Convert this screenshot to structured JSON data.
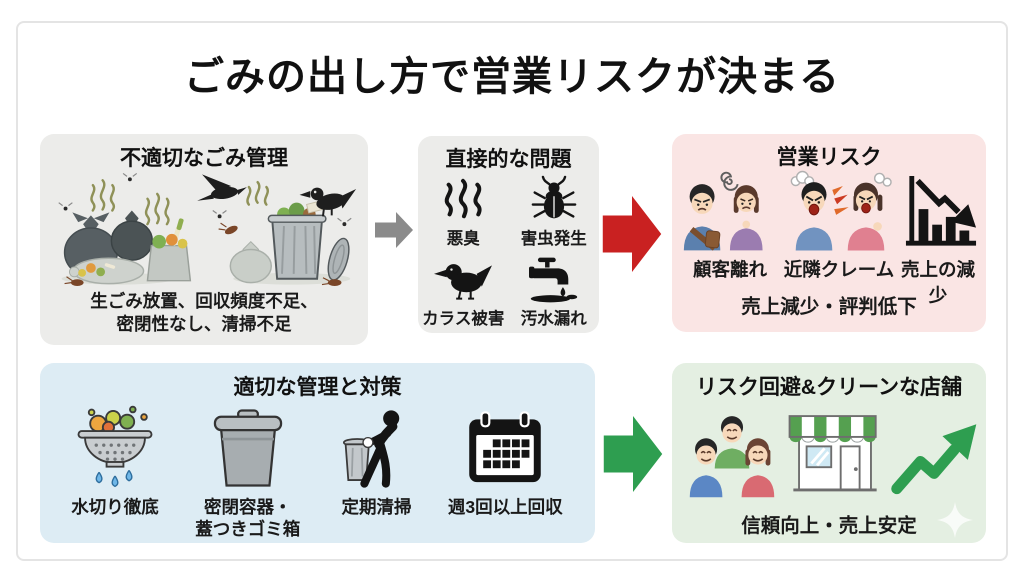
{
  "title": "ごみの出し方で営業リスクが決まる",
  "colors": {
    "box_gray": "#ececea",
    "box_pink": "#fae5e4",
    "box_blue": "#ddecf4",
    "box_green": "#e4efe2",
    "arrow_gray": "#8b8b8b",
    "arrow_red": "#c92121",
    "arrow_green": "#2e9e50"
  },
  "bad_management": {
    "title": "不適切なごみ管理",
    "illustration": "garbage-pile-illustration",
    "caption_line1": "生ごみ放置、回収頻度不足、",
    "caption_line2": "密閉性なし、清掃不足"
  },
  "direct_problems": {
    "title": "直接的な問題",
    "items": [
      {
        "label": "悪臭",
        "icon": "odor-icon"
      },
      {
        "label": "害虫発生",
        "icon": "pest-icon"
      },
      {
        "label": "カラス被害",
        "icon": "crow-icon"
      },
      {
        "label": "汚水漏れ",
        "icon": "water-leak-icon"
      }
    ]
  },
  "business_risk": {
    "title": "営業リスク",
    "items": [
      {
        "label": "顧客離れ",
        "icon": "leaving-customers-illustration"
      },
      {
        "label": "近隣クレーム",
        "icon": "neighbor-complaints-illustration"
      },
      {
        "label": "売上の減少",
        "icon": "declining-sales-chart-icon"
      }
    ],
    "caption": "売上減少・評判低下"
  },
  "proper_management": {
    "title": "適切な管理と対策",
    "items": [
      {
        "label": "水切り徹底",
        "icon": "strainer-draining-icon"
      },
      {
        "label_line1": "密閉容器・",
        "label_line2": "蓋つきゴミ箱",
        "icon": "sealed-bin-icon"
      },
      {
        "label": "定期清掃",
        "icon": "regular-cleaning-icon"
      },
      {
        "label": "週3回以上回収",
        "icon": "calendar-icon"
      }
    ]
  },
  "clean_store": {
    "title": "リスク回避&クリーンな店舗",
    "illustrations": [
      "happy-customers-illustration",
      "storefront-illustration",
      "growth-arrow-icon",
      "sparkle-icon"
    ],
    "caption": "信頼向上・売上安定"
  }
}
